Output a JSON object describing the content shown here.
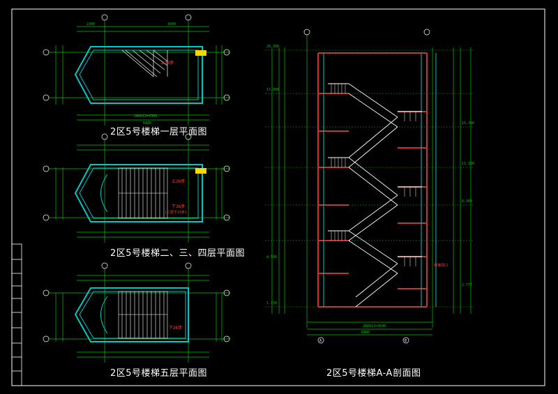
{
  "sheet": {
    "titles": {
      "plan_1f": "2区5号楼梯一层平面图",
      "plan_2_4f": "2区5号楼梯二、三、四层平面图",
      "plan_5f": "2区5号楼梯五层平面图",
      "section_aa": "2区5号楼梯A-A剖面图"
    },
    "labels": {
      "up_1f": "上23步",
      "up_2f": "上26步",
      "down_2f": "下26步",
      "down_2f_note": "(二层下23步)",
      "down_5f": "下26步",
      "stair_opening": "楼梯洞口",
      "dim_total": "6400",
      "dim_run_1f": "280X12=3360",
      "dim_run_section": "280X13=3640",
      "dim_left": "2300",
      "dim_right": "3640",
      "grid_a": "A",
      "grid_b": "B",
      "level_top": "20.300",
      "level_1": "17.900",
      "level_2": "15.300",
      "level_3": "11.100",
      "level_4": "6.300",
      "level_5": "4.500",
      "level_6": "2.777",
      "level_ground": "1.150"
    }
  },
  "colors": {
    "background": "#000000",
    "frame": "#ffffff",
    "dimension": "#00c800",
    "wall": "#00c8c8",
    "stair": "#ffffff",
    "level_slab": "#c83232",
    "text_red": "#ff4040",
    "accent_yellow": "#ffd700"
  }
}
